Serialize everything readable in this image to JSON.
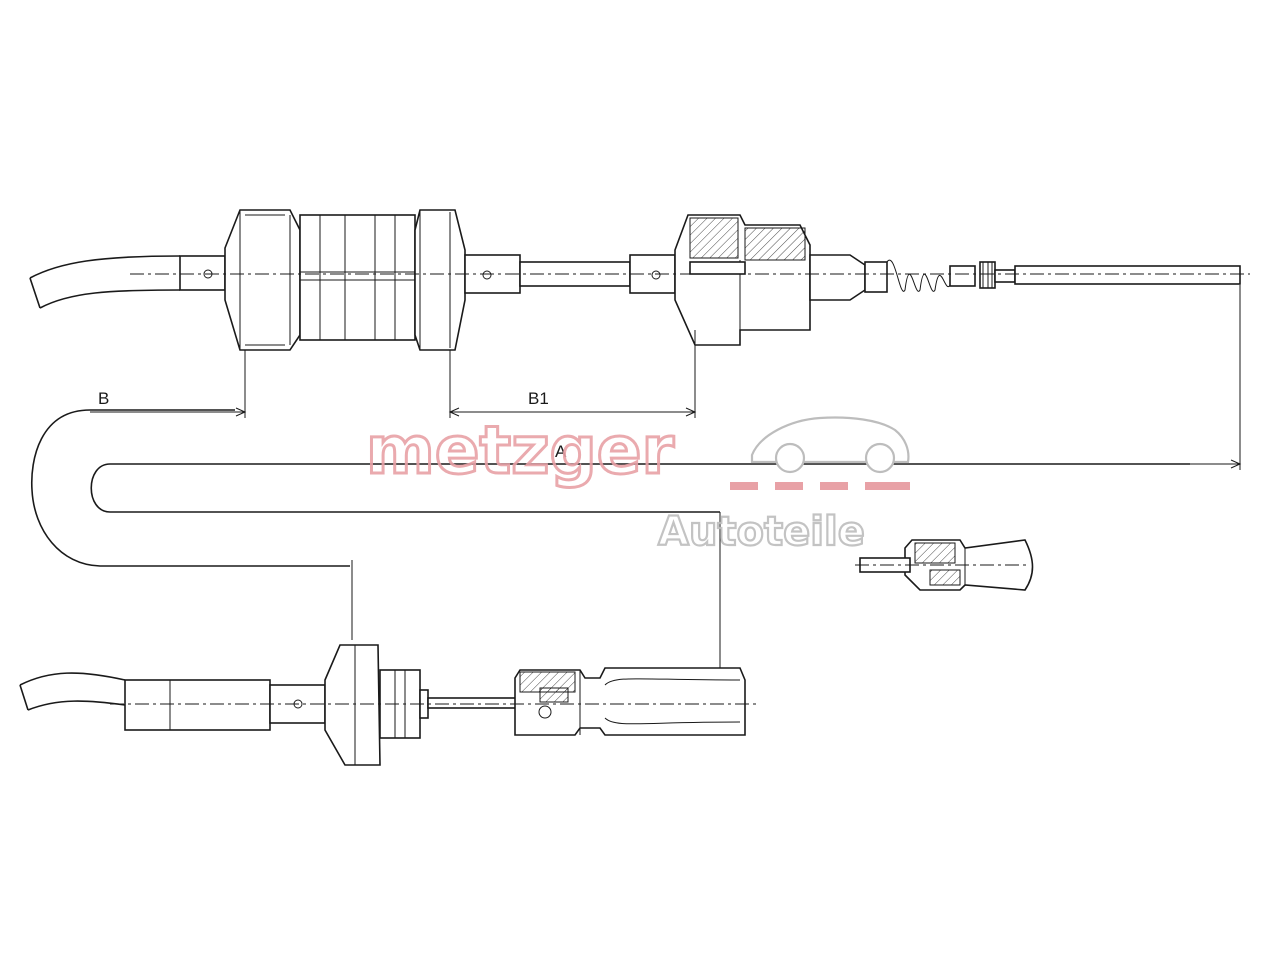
{
  "dimensions": {
    "b": "B",
    "b1": "B1",
    "a": "A"
  },
  "watermark": {
    "brand": "metzger",
    "tagline": "Autoteile",
    "brand_color": "#e8a1a6",
    "tagline_color": "#bdbdbd"
  },
  "colors": {
    "line": "#1a1a1a",
    "background": "#ffffff"
  }
}
